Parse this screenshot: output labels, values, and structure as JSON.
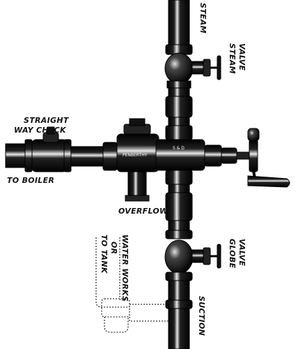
{
  "labels": {
    "steam": "STEAM",
    "steam_valve_1": "STEAM",
    "steam_valve_2": "VALVE",
    "straight_way_check_1": "STRAIGHT",
    "straight_way_check_2": "WAY CHECK",
    "to_boiler": "TO BOILER",
    "overflow": "OVERFLOW",
    "to_tank_1": "TO TANK",
    "to_tank_2": "OR",
    "to_tank_3": "WATER WORKS",
    "globe_valve_1": "GLOBE",
    "globe_valve_2": "VALVE",
    "suction": "SUCTION",
    "injector_mark": "S & D",
    "injector_text": "PENBERTHY"
  },
  "colors": {
    "ink": "#111111",
    "pipe": "#1a1a1a",
    "highlight": "#f4f4f4",
    "paper": "#ffffff"
  }
}
